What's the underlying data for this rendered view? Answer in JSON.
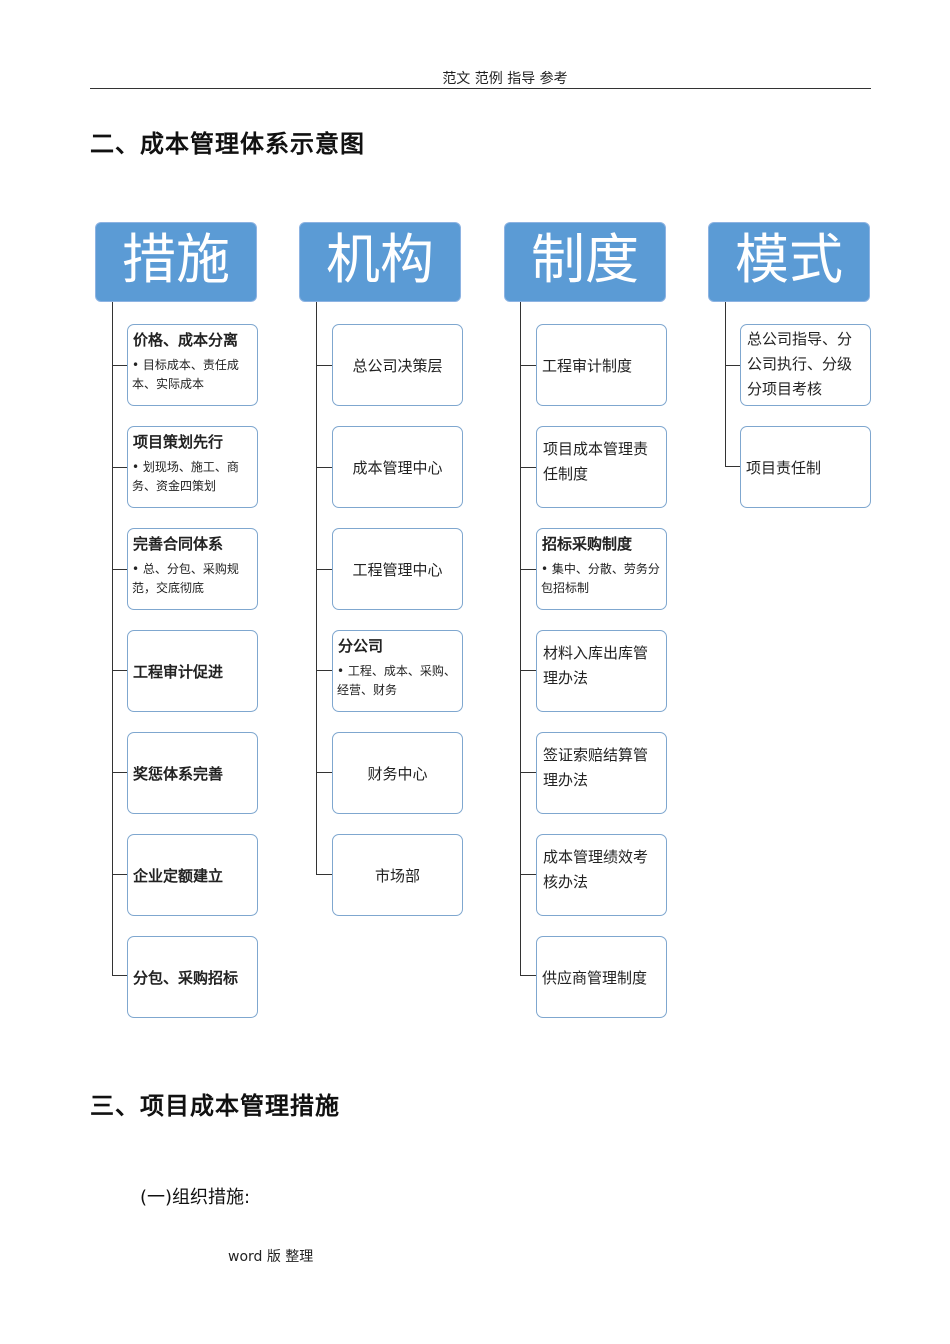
{
  "header": {
    "text": "范文 范例 指导  参考"
  },
  "section2": {
    "title": "二、成本管理体系示意图"
  },
  "diagram": {
    "col1": {
      "head": "措施",
      "items": [
        {
          "title": "价格、成本分离",
          "bullet": "• 目标成本、责任成本、实际成本"
        },
        {
          "title": "项目策划先行",
          "bullet": "• 划现场、施工、商务、资金四策划"
        },
        {
          "title": "完善合同体系",
          "bullet": "• 总、分包、采购规范，交底彻底"
        },
        {
          "title": "工程审计促进"
        },
        {
          "title": "奖惩体系完善"
        },
        {
          "title": "企业定额建立"
        },
        {
          "title": "分包、采购招标"
        }
      ]
    },
    "col2": {
      "head": "机构",
      "items": [
        {
          "title": "总公司决策层"
        },
        {
          "title": "成本管理中心"
        },
        {
          "title": "工程管理中心"
        },
        {
          "title": "分公司",
          "bullet": "• 工程、成本、采购、经营、财务"
        },
        {
          "title": "财务中心"
        },
        {
          "title": "市场部"
        }
      ]
    },
    "col3": {
      "head": "制度",
      "items": [
        {
          "title": "工程审计制度"
        },
        {
          "title": "项目成本管理责任制度"
        },
        {
          "title": "招标采购制度",
          "bullet": "• 集中、分散、劳务分包招标制"
        },
        {
          "title": "材料入库出库管理办法"
        },
        {
          "title": "签证索赔结算管理办法"
        },
        {
          "title": "成本管理绩效考核办法"
        },
        {
          "title": "供应商管理制度"
        }
      ]
    },
    "col4": {
      "head": "模式",
      "items": [
        {
          "title": "总公司指导、分公司执行、分级分项目考核"
        },
        {
          "title": "项目责任制"
        }
      ]
    }
  },
  "section3": {
    "title": "三、项目成本管理措施"
  },
  "subsection": {
    "title": "(一)组织措施:"
  },
  "footer": {
    "text": "word 版 整理"
  }
}
